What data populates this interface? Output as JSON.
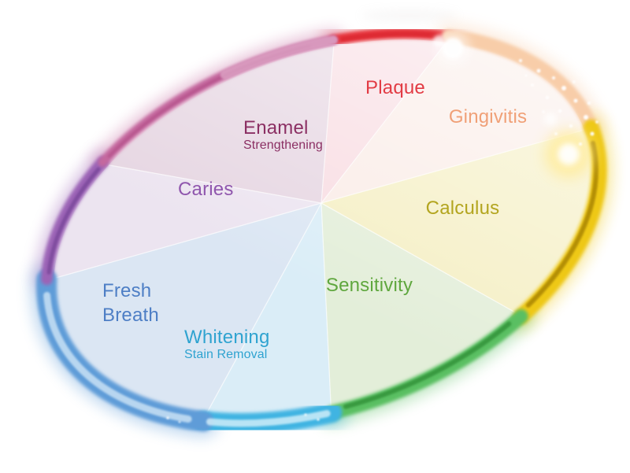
{
  "background_color": "#ffffff",
  "wheel": {
    "description": "oral-care benefit color wheel, 8 segments",
    "segments": [
      {
        "id": "plaque",
        "label": "Plaque",
        "sublabel": "",
        "text_color": "#e23b44",
        "fill_color": "#f8dce2",
        "ring_color": "#e73841",
        "ring_width": 13,
        "t_start": 645,
        "t_end": 670
      },
      {
        "id": "gingivitis",
        "label": "Gingivitis",
        "sublabel": "",
        "text_color": "#f0a077",
        "fill_color": "#faece7",
        "ring_color": "#f8cda9",
        "ring_width": 18,
        "t_start": 670,
        "t_end": 719
      },
      {
        "id": "calculus",
        "label": "Calculus",
        "sublabel": "",
        "text_color": "#b3a51f",
        "fill_color": "#f5efc4",
        "ring_color": "#eec818",
        "ring_width": 20,
        "t_start": 359,
        "t_end": 417
      },
      {
        "id": "sensitivity",
        "label": "Sensitivity",
        "sublabel": "",
        "text_color": "#5fa73e",
        "fill_color": "#e3eed9",
        "ring_color": "#5abf62",
        "ring_width": 18,
        "t_start": 417,
        "t_end": 461
      },
      {
        "id": "whitening",
        "label": "Whitening",
        "sublabel": "Stain Removal",
        "text_color": "#2fa3d0",
        "fill_color": "#daedf7",
        "ring_color": "#41b4e2",
        "ring_width": 26,
        "t_start": 461,
        "t_end": 488.5
      },
      {
        "id": "freshbreath",
        "label": "Fresh Breath",
        "sublabel": "",
        "text_color": "#4d7ec5",
        "fill_color": "#dbe6f3",
        "ring_color": "#5f9cd8",
        "ring_width": 26,
        "t_start": 488.5,
        "t_end": 555
      },
      {
        "id": "caries",
        "label": "Caries",
        "sublabel": "",
        "text_color": "#8f56ad",
        "fill_color": "#ece4f0",
        "ring_color": "#9b63b6",
        "ring_width": 15,
        "t_start": 555,
        "t_end": 590
      },
      {
        "id": "enamel",
        "label": "Enamel",
        "sublabel": "Strengthening",
        "text_color": "#8b2f63",
        "fill_color": "#e6d6e2",
        "ring_color": "#c4679e",
        "ring_width": 12,
        "t_start": 590,
        "t_end": 645
      }
    ]
  }
}
